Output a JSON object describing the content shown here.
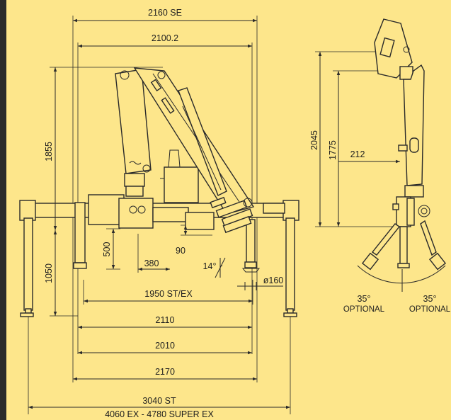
{
  "colors": {
    "background": "#fde68b",
    "line": "#2a2a2a",
    "edge": "#2b2b2b"
  },
  "front_view": {
    "dim_top_overall": "2160 SE",
    "dim_top_inner": "2100.2",
    "dim_height_boom": "1855",
    "dim_height_leg": "1050",
    "dim_height_base": "500",
    "dim_offset": "380",
    "dim_small_gap": "90",
    "angle": "14°",
    "dim_pad": "ø160",
    "dim_1950": "1950 ST/EX",
    "dim_2110": "2110",
    "dim_2010": "2010",
    "dim_2170": "2170",
    "dim_3040": "3040 ST",
    "dim_4060": "4060 EX - 4780 SUPER EX"
  },
  "side_view": {
    "dim_2045": "2045",
    "dim_1775": "1775",
    "dim_212": "212",
    "angle_left": "35°",
    "angle_left_note": "OPTIONAL",
    "angle_right": "35°",
    "angle_right_note": "OPTIONAL"
  }
}
